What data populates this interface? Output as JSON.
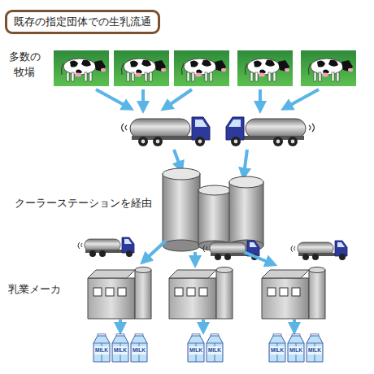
{
  "diagram": {
    "title": "既存の指定団体での生乳流通",
    "nodes": [
      {
        "text": [
          "MILK"
        ]
      },
      {
        "text": [
          "MILK"
        ]
      },
      {
        "text": [
          "MILK"
        ]
      },
      {
        "text": [
          "MILK"
        ]
      },
      {
        "text": [
          "MILK"
        ]
      },
      {
        "text": [
          "MILK"
        ]
      },
      {
        "text": [
          "MILK"
        ]
      },
      {
        "text": [
          "MILK"
        ]
      }
    ],
    "labels": [
      "多数の 牧場",
      "クーラーステーションを経由",
      "乳業メーカ"
    ]
  }
}
